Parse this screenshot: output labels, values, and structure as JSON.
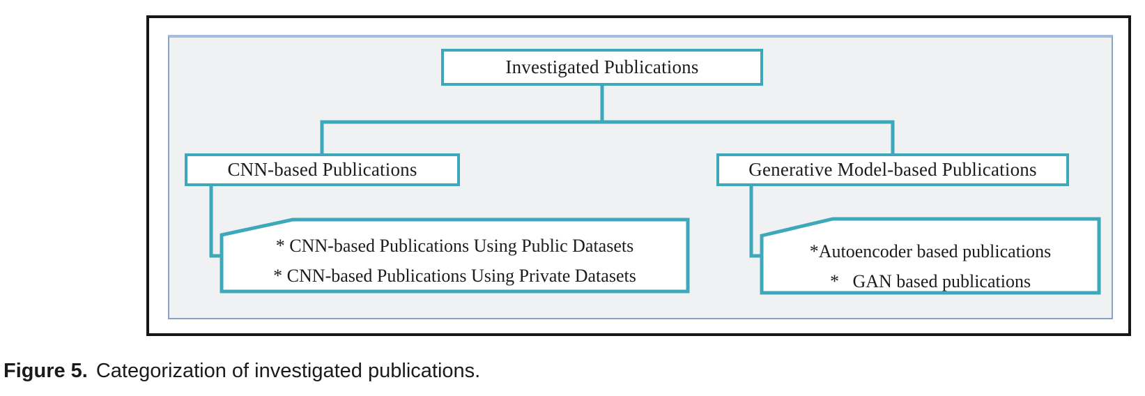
{
  "diagram": {
    "root": {
      "label": "Investigated Publications"
    },
    "children": [
      {
        "label": "CNN-based Publications",
        "items": [
          "* CNN-based Publications Using Public Datasets",
          "* CNN-based Publications Using Private Datasets"
        ]
      },
      {
        "label": "Generative Model-based Publications",
        "items": [
          "*Autoencoder based publications",
          "*   GAN based publications"
        ]
      }
    ]
  },
  "caption": {
    "label": "Figure 5.",
    "text": "Categorization of investigated publications."
  },
  "colors": {
    "accent_teal": "#3ea8bb",
    "panel_fill": "#f0f1f3",
    "panel_border": "#83a3cc",
    "frame_border": "#161616"
  }
}
